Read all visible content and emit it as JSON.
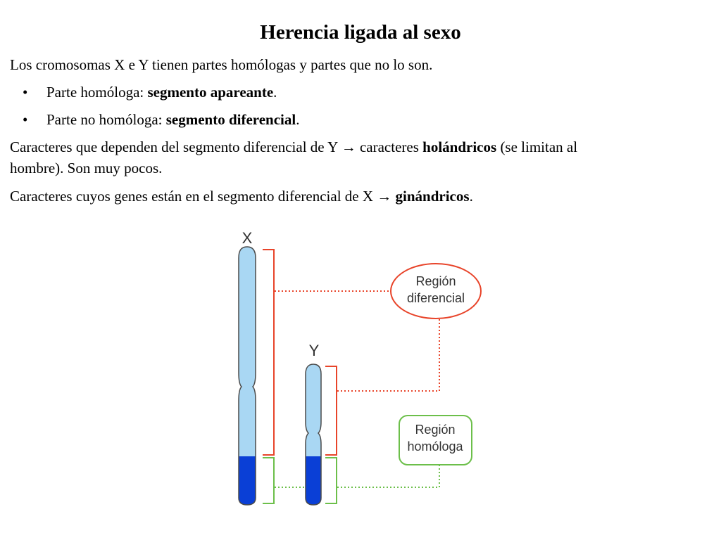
{
  "title": "Herencia ligada al sexo",
  "intro": "Los cromosomas X e Y tienen partes homólogas y partes que no lo son.",
  "bullets": [
    {
      "prefix": "Parte homóloga: ",
      "bold": "segmento apareante",
      "suffix": "."
    },
    {
      "prefix": "Parte no homóloga: ",
      "bold": "segmento diferencial",
      "suffix": "."
    }
  ],
  "para_holandric": {
    "line1_prefix": "Caracteres que dependen del segmento diferencial de Y → caracteres ",
    "line1_bold": "holándricos",
    "line1_suffix": " (se limitan al",
    "line2": "hombre). Son muy pocos."
  },
  "para_ginandric": {
    "prefix": "Caracteres cuyos genes están en el segmento diferencial de X → ",
    "bold": "ginándricos",
    "suffix": "."
  },
  "diagram": {
    "label_x": "X",
    "label_y": "Y",
    "region_differential": [
      "Región",
      "diferencial"
    ],
    "region_homologous": [
      "Región",
      "homóloga"
    ],
    "colors": {
      "light_blue": "#a9d7f3",
      "dark_blue": "#0a3fd6",
      "red": "#e8442a",
      "green": "#6cbf4a",
      "outline": "#4a4a4a"
    }
  }
}
